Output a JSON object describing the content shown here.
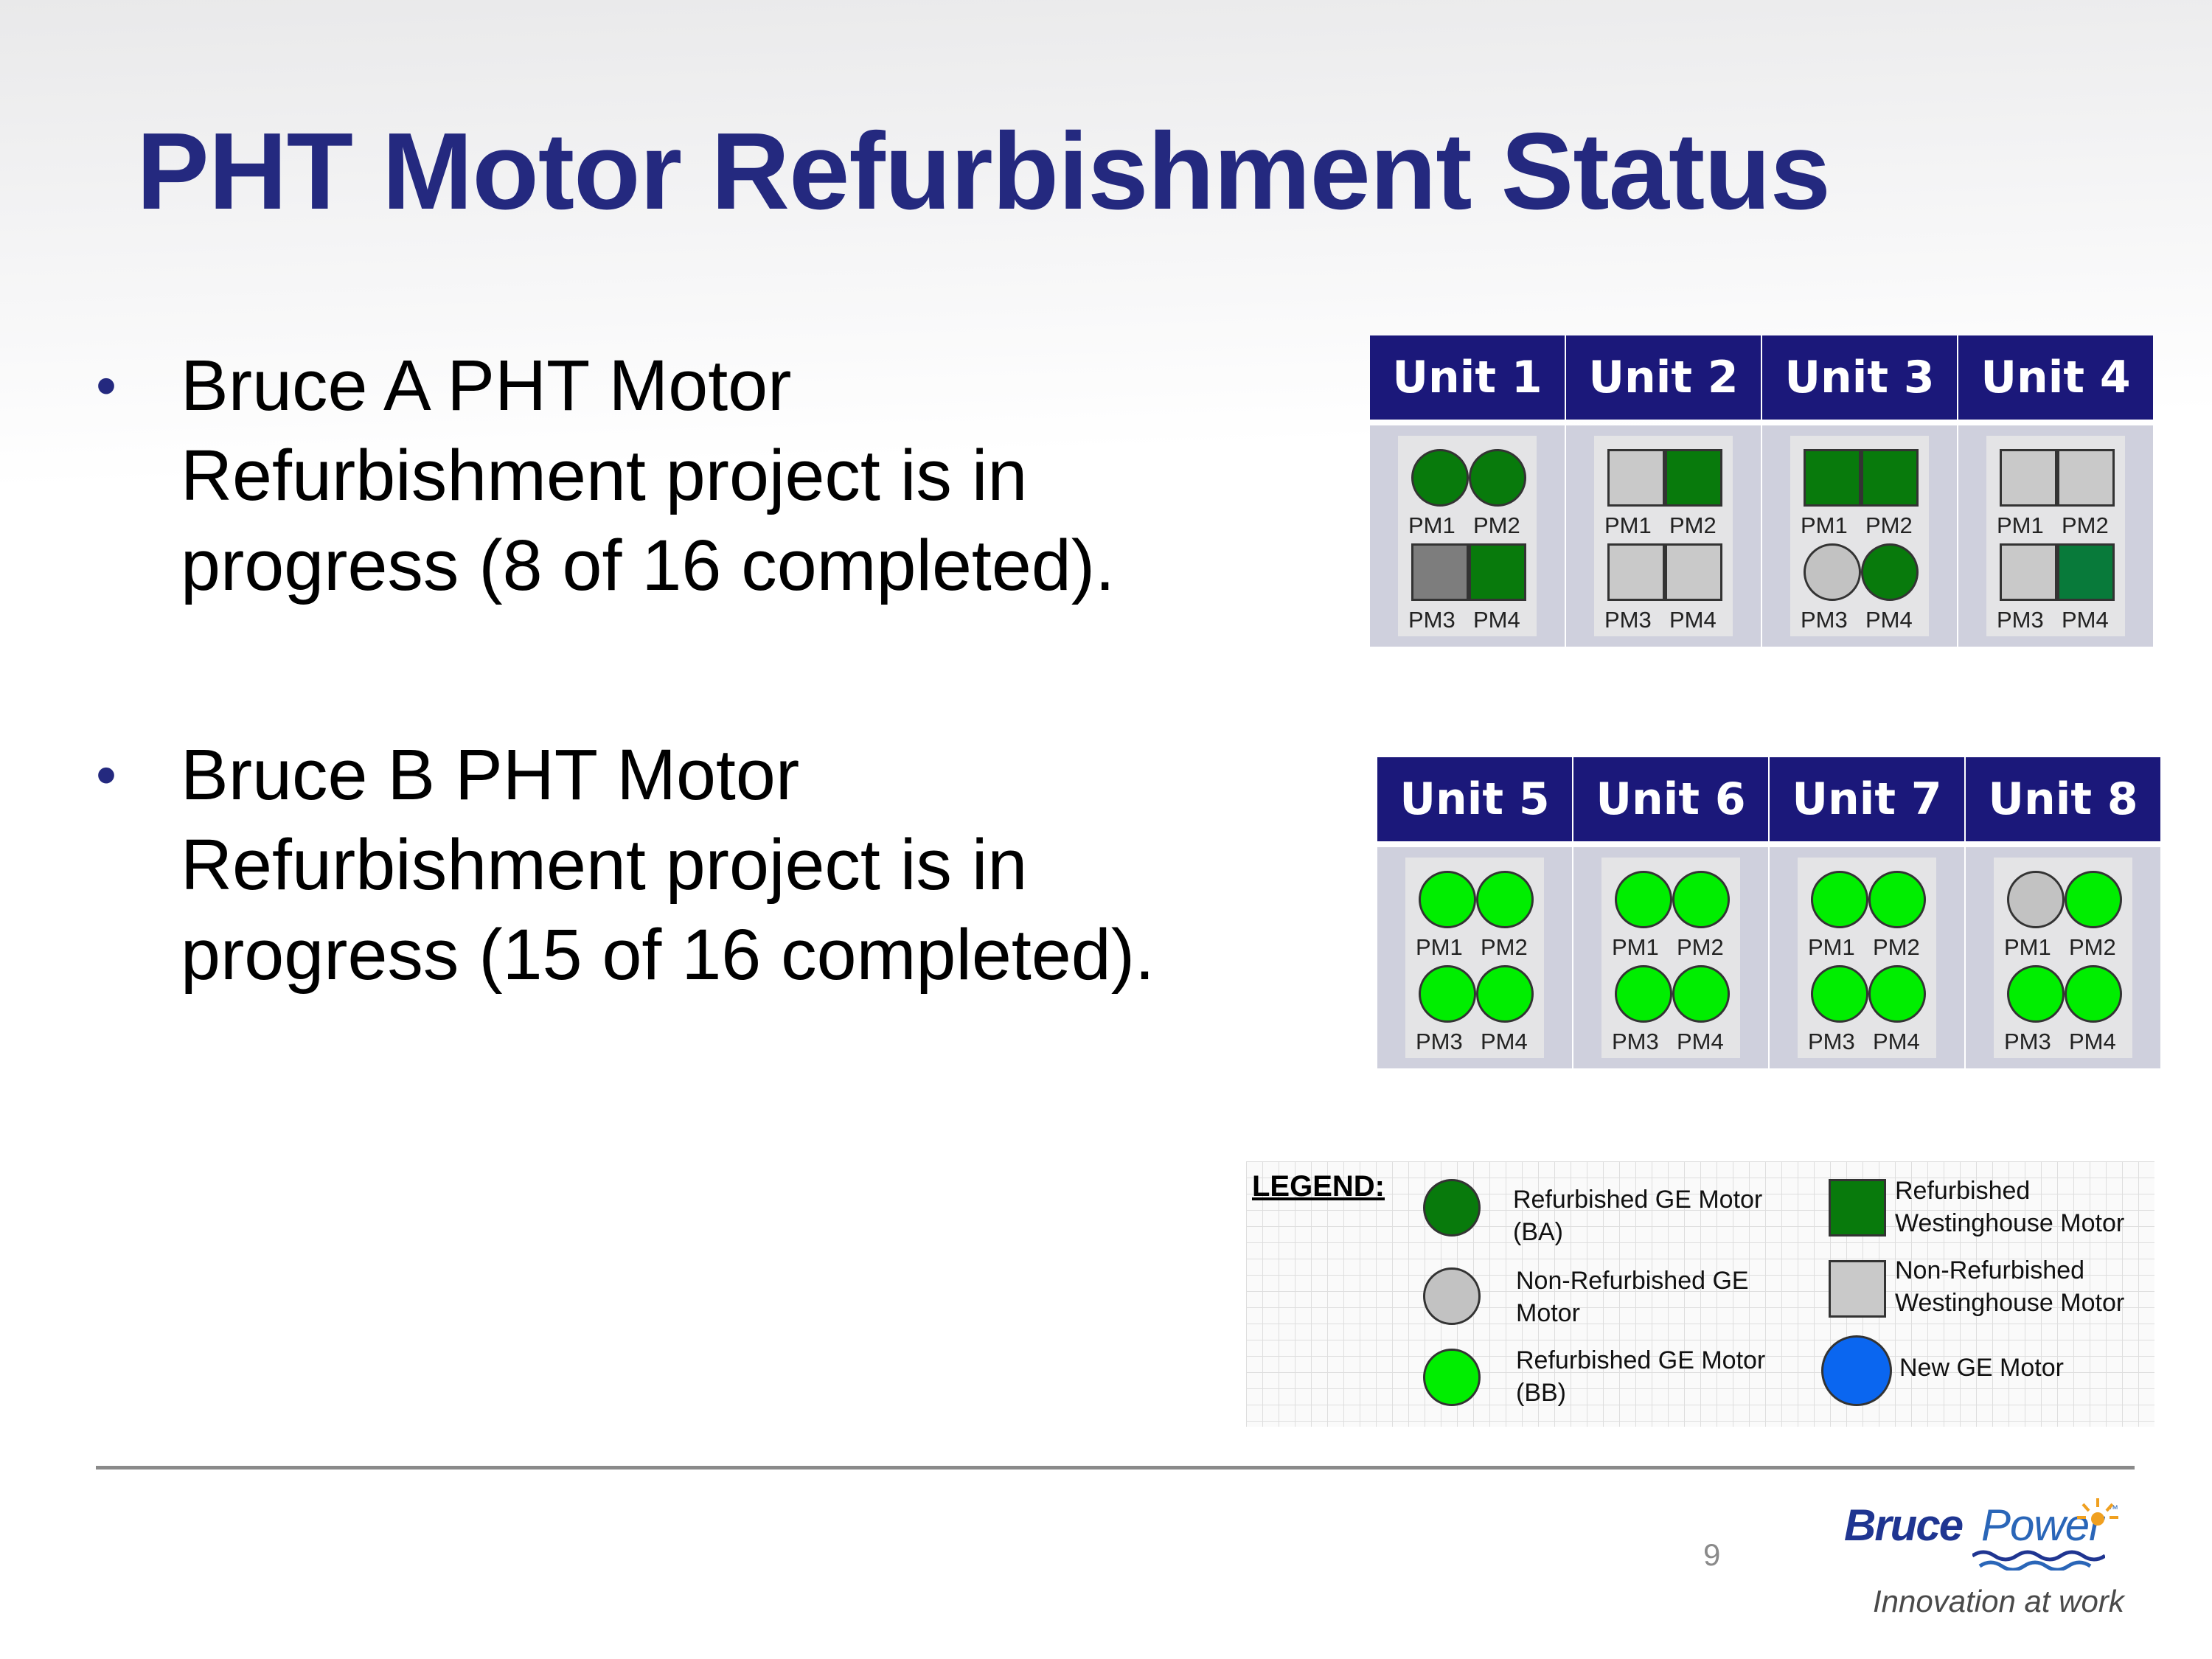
{
  "title": "PHT Motor Refurbishment Status",
  "bullets": [
    {
      "lines": [
        "Bruce A PHT Motor",
        "Refurbishment project is in",
        "progress (8 of 16 completed)."
      ]
    },
    {
      "lines": [
        "Bruce B PHT Motor",
        "Refurbishment project is in",
        "progress (15 of 16 completed)."
      ]
    }
  ],
  "colors": {
    "title": "#24297f",
    "header_bg": "#1b187a",
    "refurbished_ge_ba": "#087a0c",
    "non_refurbished_ge": "#c2c2c2",
    "refurbished_ge_bb": "#00ee00",
    "refurbished_westinghouse": "#087a0c",
    "non_refurbished_westinghouse": "#c9c9c9",
    "non_refurbished_westinghouse_dark": "#7d7d7d",
    "new_ge": "#0a66f0"
  },
  "units_a": [
    {
      "name": "Unit 1",
      "motors": [
        {
          "label": "PM1",
          "shape": "circle",
          "color": "#087a0c"
        },
        {
          "label": "PM2",
          "shape": "circle",
          "color": "#087a0c"
        },
        {
          "label": "PM3",
          "shape": "square",
          "color": "#7d7d7d"
        },
        {
          "label": "PM4",
          "shape": "square",
          "color": "#087a0c"
        }
      ]
    },
    {
      "name": "Unit 2",
      "motors": [
        {
          "label": "PM1",
          "shape": "square",
          "color": "#c9c9c9"
        },
        {
          "label": "PM2",
          "shape": "square",
          "color": "#087a0c"
        },
        {
          "label": "PM3",
          "shape": "square",
          "color": "#c9c9c9"
        },
        {
          "label": "PM4",
          "shape": "square",
          "color": "#c9c9c9"
        }
      ]
    },
    {
      "name": "Unit 3",
      "motors": [
        {
          "label": "PM1",
          "shape": "square",
          "color": "#087a0c"
        },
        {
          "label": "PM2",
          "shape": "square",
          "color": "#087a0c"
        },
        {
          "label": "PM3",
          "shape": "circle",
          "color": "#c2c2c2"
        },
        {
          "label": "PM4",
          "shape": "circle",
          "color": "#087a0c"
        }
      ]
    },
    {
      "name": "Unit 4",
      "motors": [
        {
          "label": "PM1",
          "shape": "square",
          "color": "#c9c9c9"
        },
        {
          "label": "PM2",
          "shape": "square",
          "color": "#c9c9c9"
        },
        {
          "label": "PM3",
          "shape": "square",
          "color": "#c9c9c9"
        },
        {
          "label": "PM4",
          "shape": "square",
          "color": "#087a3a"
        }
      ]
    }
  ],
  "units_b": [
    {
      "name": "Unit 5",
      "motors": [
        {
          "label": "PM1",
          "shape": "circle",
          "color": "#00ee00"
        },
        {
          "label": "PM2",
          "shape": "circle",
          "color": "#00ee00"
        },
        {
          "label": "PM3",
          "shape": "circle",
          "color": "#00ee00"
        },
        {
          "label": "PM4",
          "shape": "circle",
          "color": "#00ee00"
        }
      ]
    },
    {
      "name": "Unit 6",
      "motors": [
        {
          "label": "PM1",
          "shape": "circle",
          "color": "#00ee00"
        },
        {
          "label": "PM2",
          "shape": "circle",
          "color": "#00ee00"
        },
        {
          "label": "PM3",
          "shape": "circle",
          "color": "#00ee00"
        },
        {
          "label": "PM4",
          "shape": "circle",
          "color": "#00ee00"
        }
      ]
    },
    {
      "name": "Unit 7",
      "motors": [
        {
          "label": "PM1",
          "shape": "circle",
          "color": "#00ee00"
        },
        {
          "label": "PM2",
          "shape": "circle",
          "color": "#00ee00"
        },
        {
          "label": "PM3",
          "shape": "circle",
          "color": "#00ee00"
        },
        {
          "label": "PM4",
          "shape": "circle",
          "color": "#00ee00"
        }
      ]
    },
    {
      "name": "Unit 8",
      "motors": [
        {
          "label": "PM1",
          "shape": "circle",
          "color": "#c2c2c2"
        },
        {
          "label": "PM2",
          "shape": "circle",
          "color": "#00ee00"
        },
        {
          "label": "PM3",
          "shape": "circle",
          "color": "#00ee00"
        },
        {
          "label": "PM4",
          "shape": "circle",
          "color": "#00ee00"
        }
      ]
    }
  ],
  "legend": {
    "heading": "LEGEND:",
    "items": [
      {
        "shape": "circle",
        "color": "#087a0c",
        "lines": [
          "Refurbished GE Motor",
          "(BA)"
        ]
      },
      {
        "shape": "circle",
        "color": "#c2c2c2",
        "lines": [
          "Non-Refurbished GE",
          "Motor"
        ]
      },
      {
        "shape": "circle",
        "color": "#00ee00",
        "lines": [
          "Refurbished GE Motor",
          "(BB)"
        ]
      },
      {
        "shape": "square",
        "color": "#087a0c",
        "lines": [
          "Refurbished",
          "Westinghouse Motor"
        ]
      },
      {
        "shape": "square",
        "color": "#c9c9c9",
        "lines": [
          "Non-Refurbished",
          "Westinghouse Motor"
        ]
      },
      {
        "shape": "circle",
        "color": "#0a66f0",
        "lines": [
          "New GE Motor"
        ]
      }
    ]
  },
  "footer": {
    "page_number": "9",
    "logo_bruce": "Bruce",
    "logo_power": "Power",
    "logo_tm": "™",
    "tagline": "Innovation at work"
  }
}
